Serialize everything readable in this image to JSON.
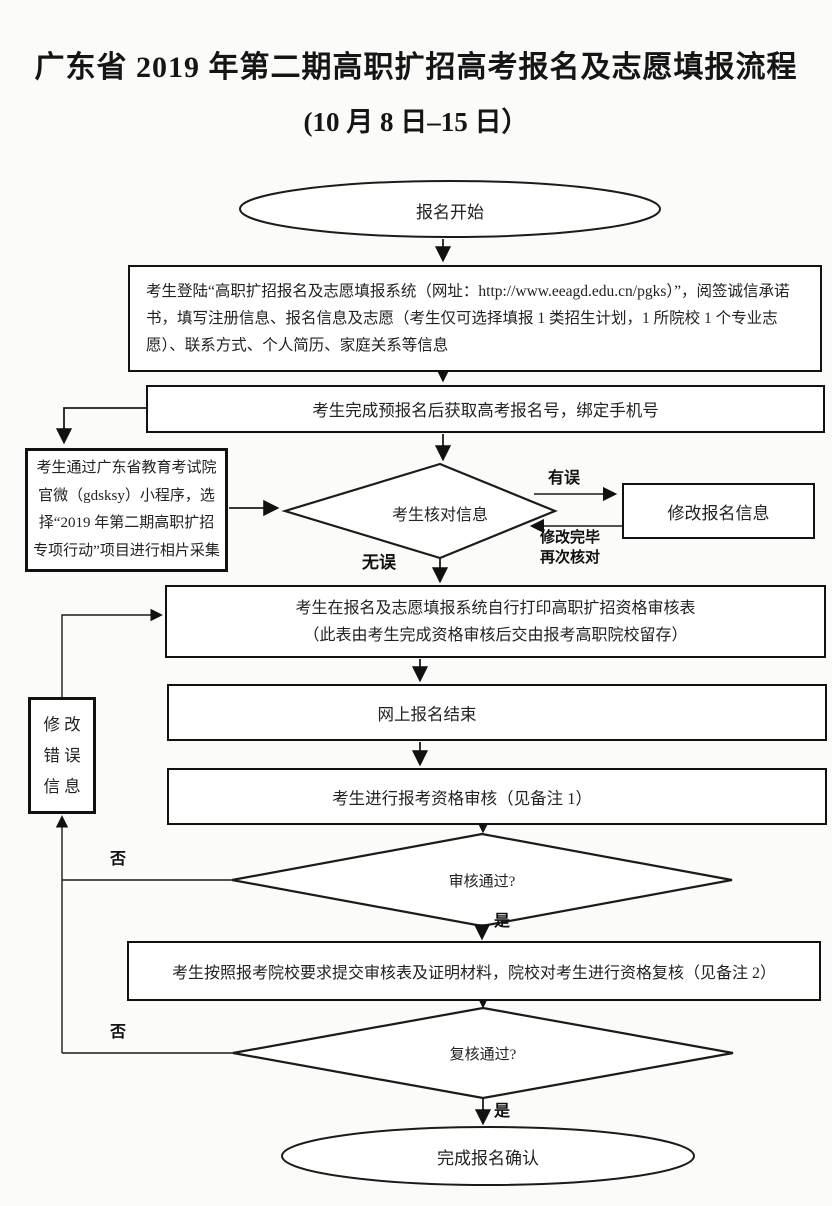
{
  "title": {
    "line1": "广东省 2019 年第二期高职扩招高考报名及志愿填报流程",
    "line2": "(10 月 8 日–15 日）"
  },
  "nodes": {
    "start": {
      "label": "报名开始"
    },
    "login": {
      "label": "考生登陆“高职扩招报名及志愿填报系统（网址：http://www.eeagd.edu.cn/pgks）”，阅签诚信承诺书，填写注册信息、报名信息及志愿（考生仅可选择填报 1 类招生计划，1 所院校 1 个专业志愿）、联系方式、个人简历、家庭关系等信息"
    },
    "prereg": {
      "label": "考生完成预报名后获取高考报名号，绑定手机号"
    },
    "photo": {
      "label": "考生通过广东省教育考试院官微（gdsksy）小程序，选择“2019 年第二期高职扩招专项行动”项目进行相片采集"
    },
    "check": {
      "label": "考生核对信息"
    },
    "modify": {
      "label": "修改报名信息"
    },
    "print": {
      "label": "考生在报名及志愿填报系统自行打印高职扩招资格审核表\n（此表由考生完成资格审核后交由报考高职院校留存）"
    },
    "online_end": {
      "label": "网上报名结束"
    },
    "audit": {
      "label": "考生进行报考资格审核（见备注 1）"
    },
    "mod_error": {
      "label": "修 改\n错 误\n信 息"
    },
    "audit_pass": {
      "label": "审核通过?"
    },
    "submit": {
      "label": "考生按照报考院校要求提交审核表及证明材料，院校对考生进行资格复核（见备注 2）"
    },
    "recheck_pass": {
      "label": "复核通过?"
    },
    "finish": {
      "label": "完成报名确认"
    }
  },
  "edge_labels": {
    "has_error": "有误",
    "modified_recheck": "修改完毕\n再次核对",
    "no_error": "无误",
    "no1": "否",
    "yes1": "是",
    "no2": "否",
    "yes2": "是"
  },
  "colors": {
    "line": "#1b1b1b",
    "background": "#fbfbfa",
    "node_fill": "#ffffff"
  }
}
